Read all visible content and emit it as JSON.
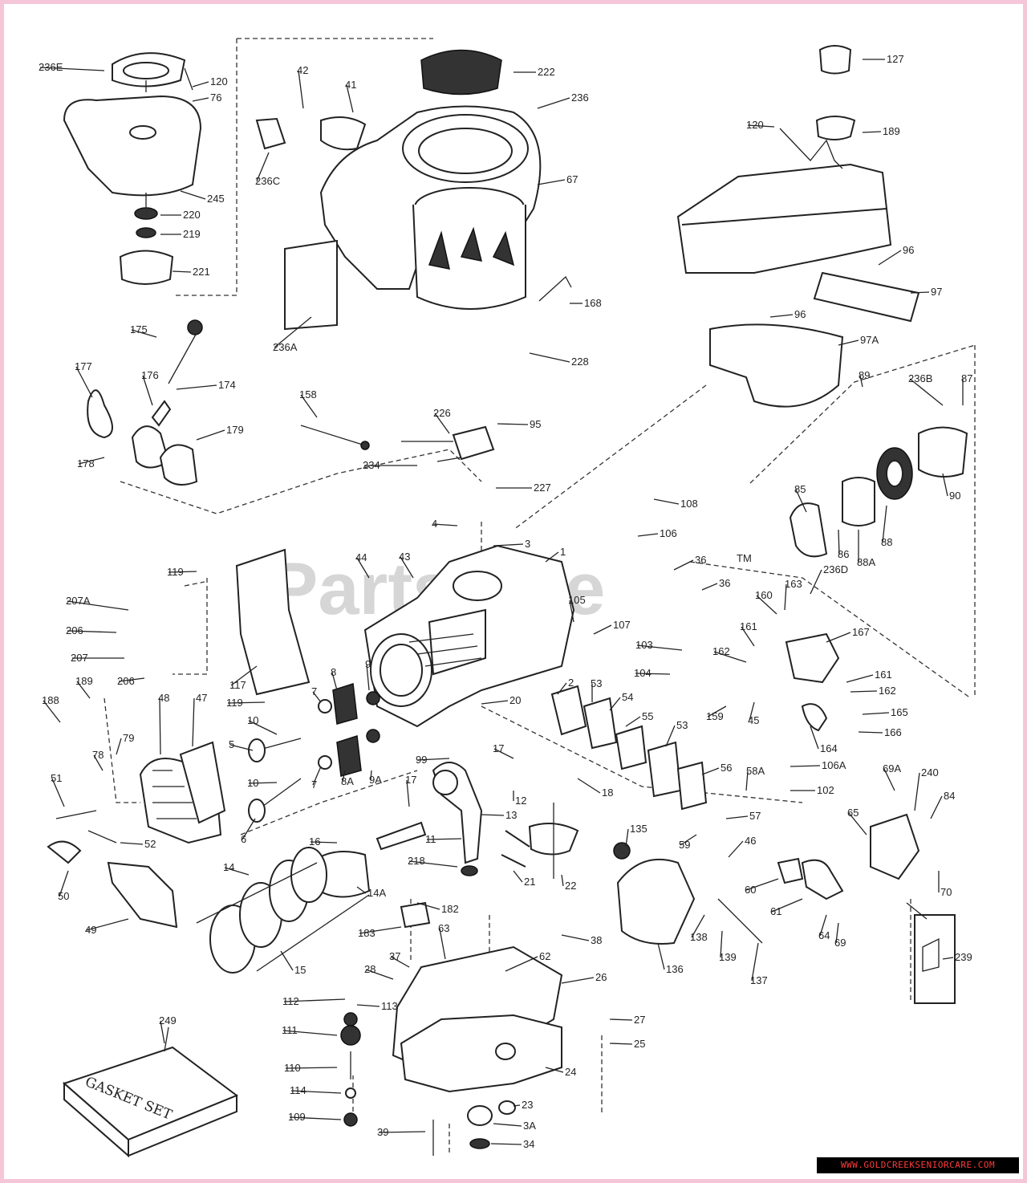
{
  "watermark": "PartsTree",
  "watermark_tm": "TM",
  "gasket_box_text": "GASKET SET",
  "website_banner": "WWW.GOLDCREEKSENIORCARE.COM",
  "callouts": [
    {
      "id": "236e",
      "text": "236E"
    },
    {
      "id": "120a",
      "text": "120"
    },
    {
      "id": "76",
      "text": "76"
    },
    {
      "id": "245",
      "text": "245"
    },
    {
      "id": "220",
      "text": "220"
    },
    {
      "id": "219",
      "text": "219"
    },
    {
      "id": "221",
      "text": "221"
    },
    {
      "id": "42",
      "text": "42"
    },
    {
      "id": "41",
      "text": "41"
    },
    {
      "id": "236c",
      "text": "236C"
    },
    {
      "id": "222",
      "text": "222"
    },
    {
      "id": "236",
      "text": "236"
    },
    {
      "id": "67",
      "text": "67"
    },
    {
      "id": "168",
      "text": "168"
    },
    {
      "id": "228",
      "text": "228"
    },
    {
      "id": "236a",
      "text": "236A"
    },
    {
      "id": "127",
      "text": "127"
    },
    {
      "id": "120b",
      "text": "120"
    },
    {
      "id": "189a",
      "text": "189"
    },
    {
      "id": "96a",
      "text": "96"
    },
    {
      "id": "97",
      "text": "97"
    },
    {
      "id": "96b",
      "text": "96"
    },
    {
      "id": "97a",
      "text": "97A"
    },
    {
      "id": "89",
      "text": "89"
    },
    {
      "id": "236b",
      "text": "236B"
    },
    {
      "id": "87",
      "text": "87"
    },
    {
      "id": "175",
      "text": "175"
    },
    {
      "id": "177",
      "text": "177"
    },
    {
      "id": "176",
      "text": "176"
    },
    {
      "id": "174",
      "text": "174"
    },
    {
      "id": "178",
      "text": "178"
    },
    {
      "id": "179",
      "text": "179"
    },
    {
      "id": "158",
      "text": "158"
    },
    {
      "id": "226",
      "text": "226"
    },
    {
      "id": "95",
      "text": "95"
    },
    {
      "id": "234",
      "text": "234"
    },
    {
      "id": "227",
      "text": "227"
    },
    {
      "id": "108",
      "text": "108"
    },
    {
      "id": "85",
      "text": "85"
    },
    {
      "id": "86",
      "text": "86"
    },
    {
      "id": "88a",
      "text": "88A"
    },
    {
      "id": "88",
      "text": "88"
    },
    {
      "id": "90",
      "text": "90"
    },
    {
      "id": "4",
      "text": "4"
    },
    {
      "id": "3",
      "text": "3"
    },
    {
      "id": "106",
      "text": "106"
    },
    {
      "id": "44",
      "text": "44"
    },
    {
      "id": "43",
      "text": "43"
    },
    {
      "id": "1",
      "text": "1"
    },
    {
      "id": "36a",
      "text": "36"
    },
    {
      "id": "36b",
      "text": "36"
    },
    {
      "id": "119a",
      "text": "119"
    },
    {
      "id": "207a",
      "text": "207A"
    },
    {
      "id": "206a",
      "text": "206"
    },
    {
      "id": "207",
      "text": "207"
    },
    {
      "id": "206b",
      "text": "206"
    },
    {
      "id": "117",
      "text": "117"
    },
    {
      "id": "119b",
      "text": "119"
    },
    {
      "id": "105",
      "text": "105"
    },
    {
      "id": "107",
      "text": "107"
    },
    {
      "id": "103",
      "text": "103"
    },
    {
      "id": "160",
      "text": "160"
    },
    {
      "id": "163",
      "text": "163"
    },
    {
      "id": "236d",
      "text": "236D"
    },
    {
      "id": "161a",
      "text": "161"
    },
    {
      "id": "162a",
      "text": "162"
    },
    {
      "id": "167",
      "text": "167"
    },
    {
      "id": "104",
      "text": "104"
    },
    {
      "id": "161b",
      "text": "161"
    },
    {
      "id": "162b",
      "text": "162"
    },
    {
      "id": "159",
      "text": "159"
    },
    {
      "id": "45",
      "text": "45"
    },
    {
      "id": "165",
      "text": "165"
    },
    {
      "id": "164",
      "text": "164"
    },
    {
      "id": "166",
      "text": "166"
    },
    {
      "id": "188",
      "text": "188"
    },
    {
      "id": "189b",
      "text": "189"
    },
    {
      "id": "48",
      "text": "48"
    },
    {
      "id": "47",
      "text": "47"
    },
    {
      "id": "8",
      "text": "8"
    },
    {
      "id": "9",
      "text": "9"
    },
    {
      "id": "7a",
      "text": "7"
    },
    {
      "id": "10a",
      "text": "10"
    },
    {
      "id": "5",
      "text": "5"
    },
    {
      "id": "2",
      "text": "2"
    },
    {
      "id": "20",
      "text": "20"
    },
    {
      "id": "53a",
      "text": "53"
    },
    {
      "id": "54",
      "text": "54"
    },
    {
      "id": "55",
      "text": "55"
    },
    {
      "id": "53b",
      "text": "53"
    },
    {
      "id": "79",
      "text": "79"
    },
    {
      "id": "78",
      "text": "78"
    },
    {
      "id": "99",
      "text": "99"
    },
    {
      "id": "17a",
      "text": "17"
    },
    {
      "id": "8a",
      "text": "8A"
    },
    {
      "id": "9a",
      "text": "9A"
    },
    {
      "id": "10b",
      "text": "10"
    },
    {
      "id": "7b",
      "text": "7"
    },
    {
      "id": "56",
      "text": "56"
    },
    {
      "id": "58a",
      "text": "58A"
    },
    {
      "id": "106a",
      "text": "106A"
    },
    {
      "id": "51",
      "text": "51"
    },
    {
      "id": "12",
      "text": "12"
    },
    {
      "id": "18",
      "text": "18"
    },
    {
      "id": "102",
      "text": "102"
    },
    {
      "id": "69a",
      "text": "69A"
    },
    {
      "id": "240",
      "text": "240"
    },
    {
      "id": "84",
      "text": "84"
    },
    {
      "id": "17b",
      "text": "17"
    },
    {
      "id": "6",
      "text": "6"
    },
    {
      "id": "13",
      "text": "13"
    },
    {
      "id": "57",
      "text": "57"
    },
    {
      "id": "65",
      "text": "65"
    },
    {
      "id": "52",
      "text": "52"
    },
    {
      "id": "16",
      "text": "16"
    },
    {
      "id": "11",
      "text": "11"
    },
    {
      "id": "135",
      "text": "135"
    },
    {
      "id": "59",
      "text": "59"
    },
    {
      "id": "46",
      "text": "46"
    },
    {
      "id": "50",
      "text": "50"
    },
    {
      "id": "14",
      "text": "14"
    },
    {
      "id": "218",
      "text": "218"
    },
    {
      "id": "21",
      "text": "21"
    },
    {
      "id": "22",
      "text": "22"
    },
    {
      "id": "14a",
      "text": "14A"
    },
    {
      "id": "60",
      "text": "60"
    },
    {
      "id": "70",
      "text": "70"
    },
    {
      "id": "61",
      "text": "61"
    },
    {
      "id": "64",
      "text": "64"
    },
    {
      "id": "49",
      "text": "49"
    },
    {
      "id": "182",
      "text": "182"
    },
    {
      "id": "183",
      "text": "183"
    },
    {
      "id": "38",
      "text": "38"
    },
    {
      "id": "138",
      "text": "138"
    },
    {
      "id": "69",
      "text": "69"
    },
    {
      "id": "239",
      "text": "239"
    },
    {
      "id": "63",
      "text": "63"
    },
    {
      "id": "15",
      "text": "15"
    },
    {
      "id": "139",
      "text": "139"
    },
    {
      "id": "136",
      "text": "136"
    },
    {
      "id": "137",
      "text": "137"
    },
    {
      "id": "37",
      "text": "37"
    },
    {
      "id": "28",
      "text": "28"
    },
    {
      "id": "62",
      "text": "62"
    },
    {
      "id": "26",
      "text": "26"
    },
    {
      "id": "112",
      "text": "112"
    },
    {
      "id": "113",
      "text": "113"
    },
    {
      "id": "249",
      "text": "249"
    },
    {
      "id": "111",
      "text": "111"
    },
    {
      "id": "27",
      "text": "27"
    },
    {
      "id": "25",
      "text": "25"
    },
    {
      "id": "110",
      "text": "110"
    },
    {
      "id": "24",
      "text": "24"
    },
    {
      "id": "114",
      "text": "114"
    },
    {
      "id": "23",
      "text": "23"
    },
    {
      "id": "109",
      "text": "109"
    },
    {
      "id": "3a",
      "text": "3A"
    },
    {
      "id": "39",
      "text": "39"
    },
    {
      "id": "34",
      "text": "34"
    }
  ]
}
